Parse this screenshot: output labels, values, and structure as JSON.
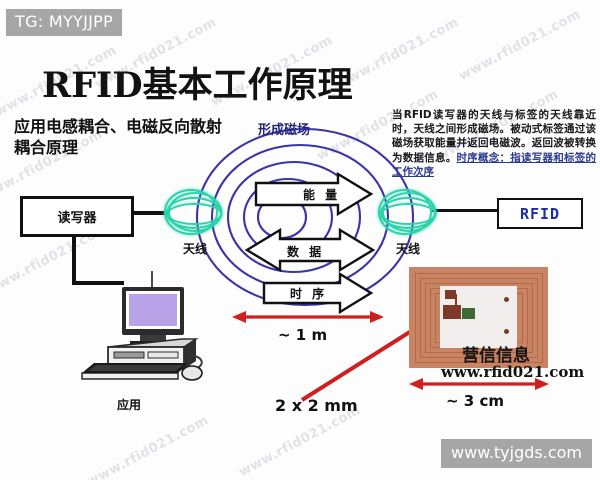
{
  "badges": {
    "tg": "TG: MYYJJPP",
    "site_watermark": "www.tyjgds.com",
    "bg_watermark": "www.rfid021.com"
  },
  "title": "RFID基本工作原理",
  "principle_text": "应用电感耦合、电磁反向散射耦合原理",
  "explanation": {
    "part1": "当RFID读写器的天线与标签的天线靠近时，天线之间形成磁场。被动式标签通过该磁场获取能量并返回电磁波。返回波被转换为数据信息。",
    "highlight": "时序概念：指读写器和标签的工作次序"
  },
  "nodes": {
    "reader": "读写器",
    "rfid_box": "RFID",
    "antenna_left": "天线",
    "antenna_right": "天线",
    "application": "应用"
  },
  "field_title": "形成磁场",
  "arrows": {
    "energy": "能 量",
    "data": "数 据",
    "timing": "时 序"
  },
  "measurements": {
    "reader_range": "~ 1 m",
    "chip_size": "2 x 2 mm",
    "tag_width": "~ 3 cm"
  },
  "tag": {
    "brand": "营信信息",
    "url": "www.rfid021.com"
  },
  "colors": {
    "coil": "#2bd3ac",
    "field_arc": "#3a34a8",
    "measure_red": "#cf2020",
    "highlight_blue": "#2d3b8f",
    "tag_copper": "#c98464",
    "monitor_purple": "#b9a3e8",
    "badge_gray": "#a6a6a6"
  },
  "icons": {
    "computer": "desktop-computer-icon",
    "coil": "antenna-coil-icon",
    "tag": "rfid-tag-photo"
  }
}
